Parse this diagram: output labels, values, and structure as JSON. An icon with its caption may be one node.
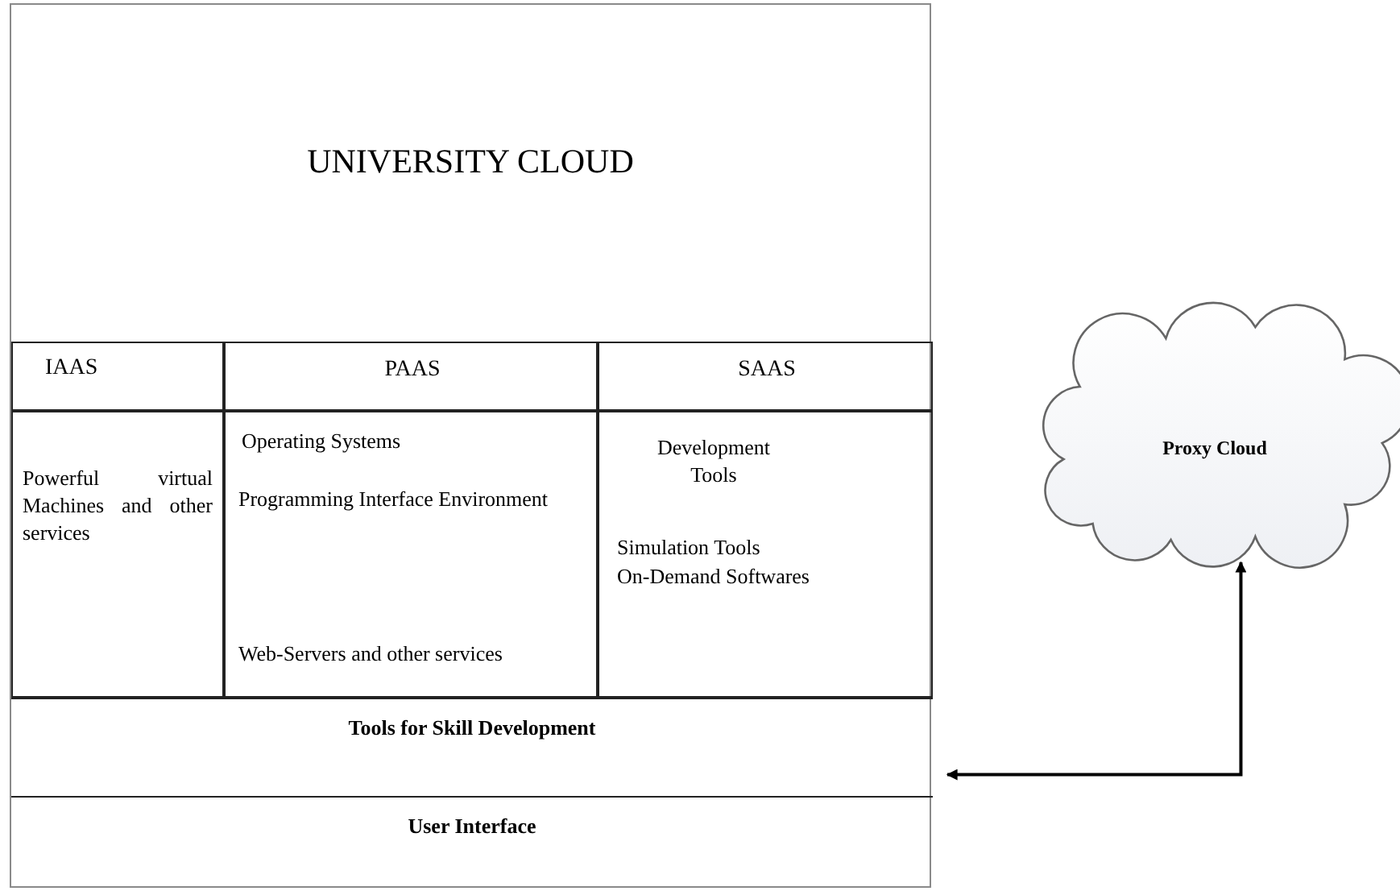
{
  "diagram": {
    "nodes": [
      {
        "text": [
          "UNIVERSITY CLOUD"
        ]
      },
      {
        "text": [
          "IAAS",
          "Powerful virtual Machines and other services"
        ],
        "in": 0
      },
      {
        "text": [
          "PAAS",
          "Operating Systems",
          "Programming Interface Environment",
          "Web-Servers and other services"
        ],
        "in": 0
      },
      {
        "text": [
          "SAAS",
          "Development Tools",
          "Simulation Tools",
          "On-Demand Softwares"
        ],
        "in": 0
      },
      {
        "text": [
          "Tools for Skill Development"
        ],
        "in": 0
      },
      {
        "text": [
          "User Interface"
        ],
        "in": 0
      },
      {
        "text": [
          "Proxy Cloud"
        ]
      }
    ],
    "edges": [
      {
        "from": 6,
        "to": 4,
        "arrow": "both"
      }
    ]
  }
}
